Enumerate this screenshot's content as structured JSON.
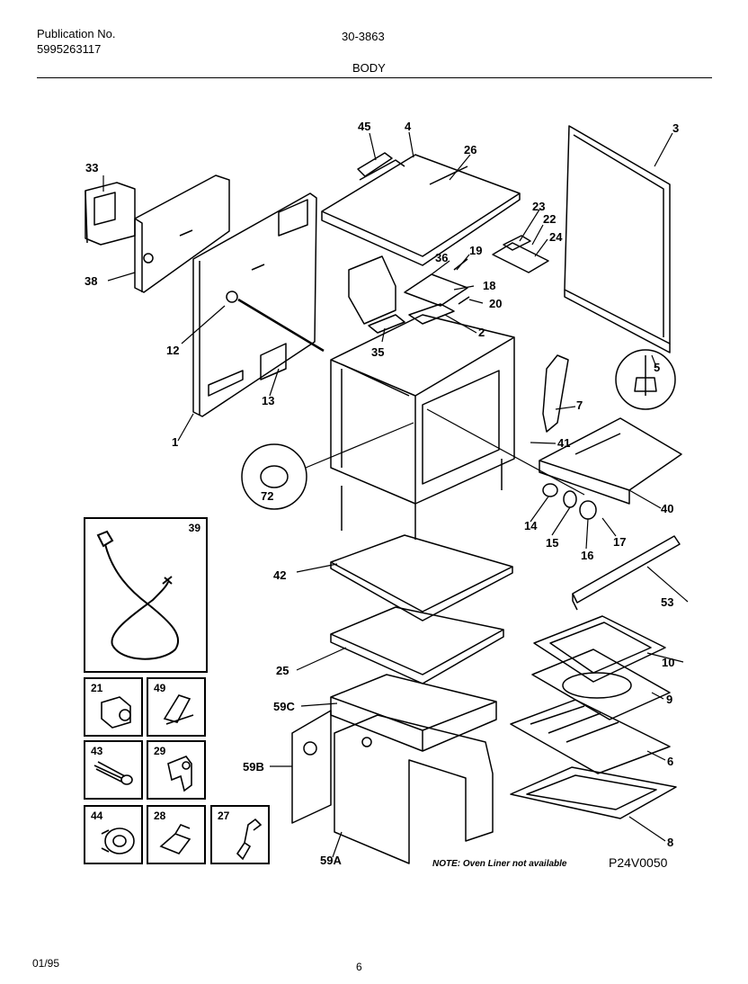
{
  "header": {
    "publication_label": "Publication No.",
    "publication_number": "5995263117",
    "model": "30-3863",
    "section": "BODY"
  },
  "footer": {
    "date": "01/95",
    "page": "6"
  },
  "note": "NOTE: Oven Liner not available",
  "drawing_code": "P24V0050",
  "part_labels": {
    "p45": "45",
    "p4": "4",
    "p26": "26",
    "p3": "3",
    "p33": "33",
    "p38": "38",
    "p23": "23",
    "p22": "22",
    "p24": "24",
    "p19": "19",
    "p36": "36",
    "p18": "18",
    "p20": "20",
    "p2": "2",
    "p35": "35",
    "p12": "12",
    "p13": "13",
    "p1": "1",
    "p5": "5",
    "p7": "7",
    "p41": "41",
    "p72": "72",
    "p40": "40",
    "p14": "14",
    "p15": "15",
    "p16": "16",
    "p17": "17",
    "p42": "42",
    "p53": "53",
    "p10": "10",
    "p25": "25",
    "p9": "9",
    "p59c": "59C",
    "p6": "6",
    "p59b": "59B",
    "p8": "8",
    "p59a": "59A"
  },
  "inset_boxes": {
    "b39": "39",
    "b21": "21",
    "b49": "49",
    "b43": "43",
    "b29": "29",
    "b44": "44",
    "b28": "28",
    "b27": "27"
  }
}
